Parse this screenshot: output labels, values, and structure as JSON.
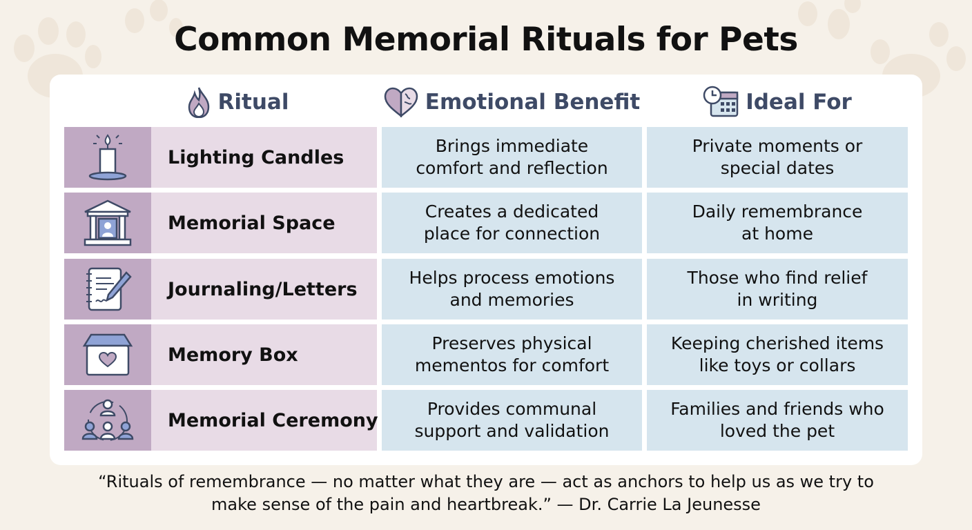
{
  "title": "Common Memorial Rituals for Pets",
  "headers": {
    "ritual": "Ritual",
    "benefit": "Emotional Benefit",
    "ideal": "Ideal For"
  },
  "header_icons": [
    "flame-icon",
    "heart-brain-icon",
    "clock-calendar-icon"
  ],
  "rows": [
    {
      "icon": "candle-icon",
      "ritual": "Lighting Candles",
      "benefit": [
        "Brings immediate",
        "comfort and reflection"
      ],
      "ideal": [
        "Private moments or",
        "special dates"
      ]
    },
    {
      "icon": "shrine-icon",
      "ritual": "Memorial Space",
      "benefit": [
        "Creates a dedicated",
        "place for connection"
      ],
      "ideal": [
        "Daily remembrance",
        "at home"
      ]
    },
    {
      "icon": "journal-pen-icon",
      "ritual": "Journaling/Letters",
      "benefit": [
        "Helps process emotions",
        "and memories"
      ],
      "ideal": [
        "Those who find relief",
        "in writing"
      ]
    },
    {
      "icon": "memory-box-icon",
      "ritual": "Memory Box",
      "benefit": [
        "Preserves physical",
        "mementos for comfort"
      ],
      "ideal": [
        "Keeping cherished items",
        "like toys or collars"
      ]
    },
    {
      "icon": "community-icon",
      "ritual": "Memorial Ceremony",
      "benefit": [
        "Provides communal",
        "support and validation"
      ],
      "ideal": [
        "Families and friends who",
        "loved the pet"
      ]
    }
  ],
  "quote": {
    "line1": "“Rituals of remembrance — no matter what they are — act as anchors to help us as we try to",
    "line2": "make sense of the pain and heartbreak.” — Dr. Carrie La Jeunesse"
  },
  "colors": {
    "background": "#f6f1e9",
    "icon_cell": "#c0a9c3",
    "ritual_cell": "#e8dbe6",
    "info_cell": "#d6e5ee",
    "header_text": "#3e4a66",
    "icon_stroke": "#3e4a66"
  }
}
